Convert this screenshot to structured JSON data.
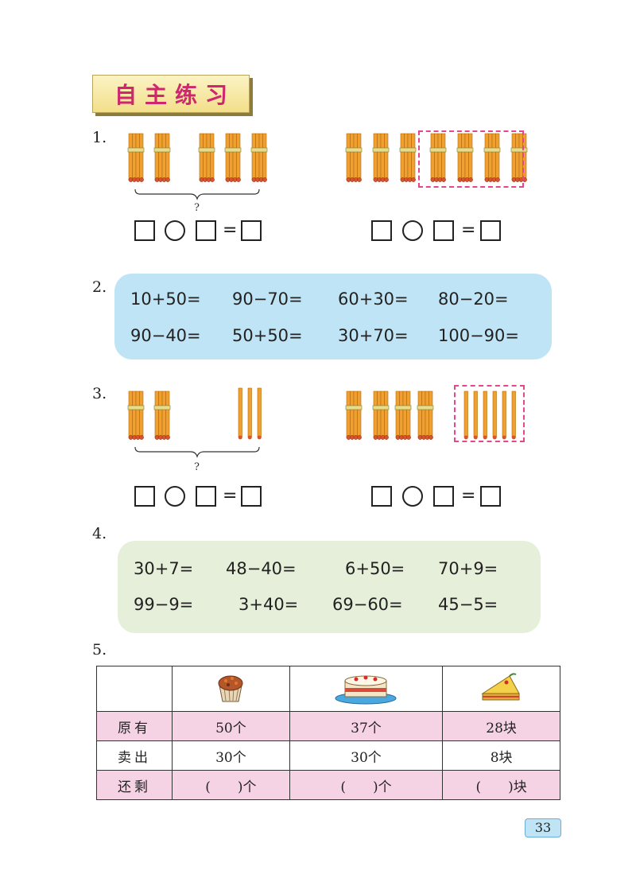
{
  "section_title": "自主练习",
  "q1": {
    "number": "1.",
    "question_mark": "?",
    "equals": "="
  },
  "q2": {
    "number": "2.",
    "expressions": [
      "10+50=",
      "90−70=",
      "60+30=",
      "80−20=",
      "90−40=",
      "50+50=",
      "30+70=",
      "100−90="
    ]
  },
  "q3": {
    "number": "3.",
    "question_mark": "?",
    "equals": "="
  },
  "q4": {
    "number": "4.",
    "expressions": [
      "30+7=",
      "48−40=",
      "6+50=",
      "70+9=",
      "99−9=",
      "3+40=",
      "69−60=",
      "45−5="
    ]
  },
  "q5": {
    "number": "5.",
    "columns": [
      "muffin-icon",
      "cake-icon",
      "pie-slice-icon"
    ],
    "rows": [
      {
        "label": "原有",
        "cells": [
          "50个",
          "37个",
          "28块"
        ]
      },
      {
        "label": "卖出",
        "cells": [
          "30个",
          "30个",
          "8块"
        ]
      },
      {
        "label": "还剩",
        "cells": [
          "(　　)个",
          "(　　)个",
          "(　　)块"
        ]
      }
    ]
  },
  "page_number": "33",
  "colors": {
    "title_text": "#d0256f",
    "blue_panel": "#bfe4f6",
    "green_panel": "#e6efd9",
    "pink_row": "#f6d3e4",
    "dashed_box": "#e4468f",
    "stick": "#f0a030"
  }
}
